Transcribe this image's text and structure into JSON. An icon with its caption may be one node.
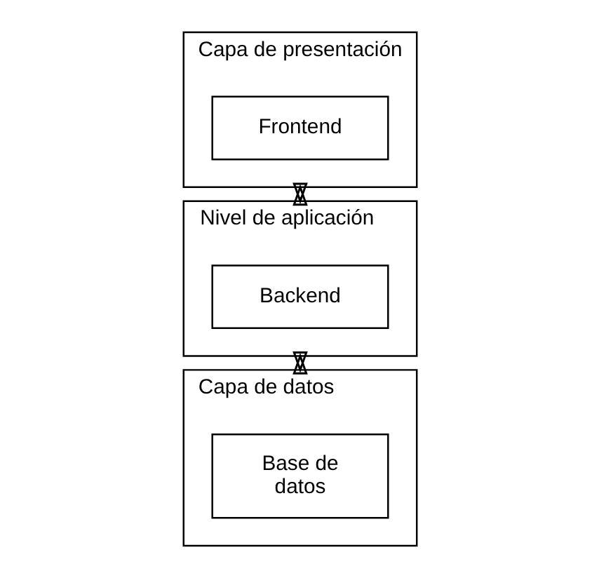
{
  "diagram": {
    "nodes": [
      {
        "text": [
          "Capa de presentación"
        ]
      },
      {
        "text": [
          "Frontend"
        ],
        "in": 0
      },
      {
        "text": [
          "Nivel de aplicación"
        ]
      },
      {
        "text": [
          "Backend"
        ],
        "in": 2
      },
      {
        "text": [
          "Capa de datos"
        ]
      },
      {
        "text": [
          "Base de datos"
        ],
        "in": 4
      }
    ],
    "edges": [
      {
        "from": 0,
        "to": 2,
        "arrow": "both"
      },
      {
        "from": 2,
        "to": 4,
        "arrow": "both"
      }
    ]
  }
}
